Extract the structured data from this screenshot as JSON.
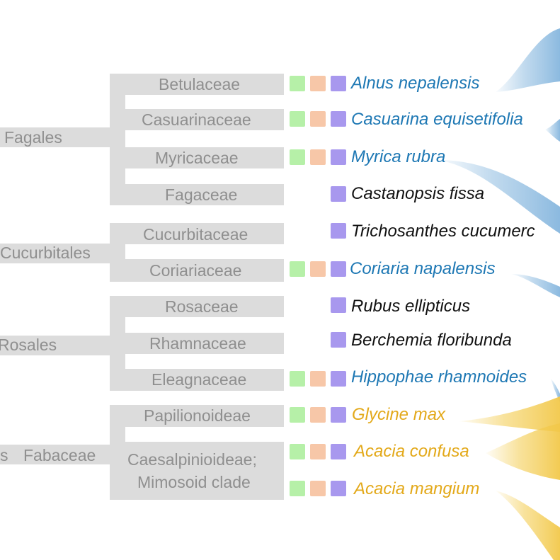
{
  "orders": [
    {
      "label": "Fagales"
    },
    {
      "label": "Cucurbitales"
    },
    {
      "label": "Rosales"
    },
    {
      "label": "s"
    },
    {
      "label": "Fabaceae"
    }
  ],
  "families": [
    {
      "label": "Betulaceae"
    },
    {
      "label": "Casuarinaceae"
    },
    {
      "label": "Myricaceae"
    },
    {
      "label": "Fagaceae"
    },
    {
      "label": "Cucurbitaceae"
    },
    {
      "label": "Coriariaceae"
    },
    {
      "label": "Rosaceae"
    },
    {
      "label": "Rhamnaceae"
    },
    {
      "label": "Eleagnaceae"
    },
    {
      "label": "Papilionoideae"
    },
    {
      "label": "Caesalpinioideae;"
    },
    {
      "label": "Mimosoid clade"
    }
  ],
  "species": [
    {
      "label": "Alnus nepalensis",
      "markers": [
        "green",
        "orange",
        "purple"
      ],
      "color_group": "blue"
    },
    {
      "label": "Casuarina equisetifolia",
      "markers": [
        "green",
        "orange",
        "purple"
      ],
      "color_group": "blue"
    },
    {
      "label": "Myrica rubra",
      "markers": [
        "green",
        "orange",
        "purple"
      ],
      "color_group": "blue"
    },
    {
      "label": "Castanopsis fissa",
      "markers": [
        "purple"
      ],
      "color_group": "black"
    },
    {
      "label": "Trichosanthes cucumerc",
      "markers": [
        "purple"
      ],
      "color_group": "black"
    },
    {
      "label": "Coriaria napalensis",
      "markers": [
        "green",
        "orange",
        "purple"
      ],
      "color_group": "blue"
    },
    {
      "label": "Rubus ellipticus",
      "markers": [
        "purple"
      ],
      "color_group": "black"
    },
    {
      "label": "Berchemia floribunda",
      "markers": [
        "purple"
      ],
      "color_group": "black"
    },
    {
      "label": "Hippophae rhamnoides",
      "markers": [
        "green",
        "orange",
        "purple"
      ],
      "color_group": "blue"
    },
    {
      "label": "Glycine max",
      "markers": [
        "green",
        "orange",
        "purple"
      ],
      "color_group": "gold"
    },
    {
      "label": "Acacia confusa",
      "markers": [
        "green",
        "orange",
        "purple"
      ],
      "color_group": "gold"
    },
    {
      "label": "Acacia mangium",
      "markers": [
        "green",
        "orange",
        "purple"
      ],
      "color_group": "gold"
    }
  ],
  "colors": {
    "blue_text": "#1e78b4",
    "gold_text": "#e3a91a",
    "marker_green": "#b6f0a8",
    "marker_orange": "#f7c7a8",
    "marker_purple": "#a898ee",
    "ribbon_blue": "#8dbbe0",
    "ribbon_gold": "#f4cf5a"
  }
}
